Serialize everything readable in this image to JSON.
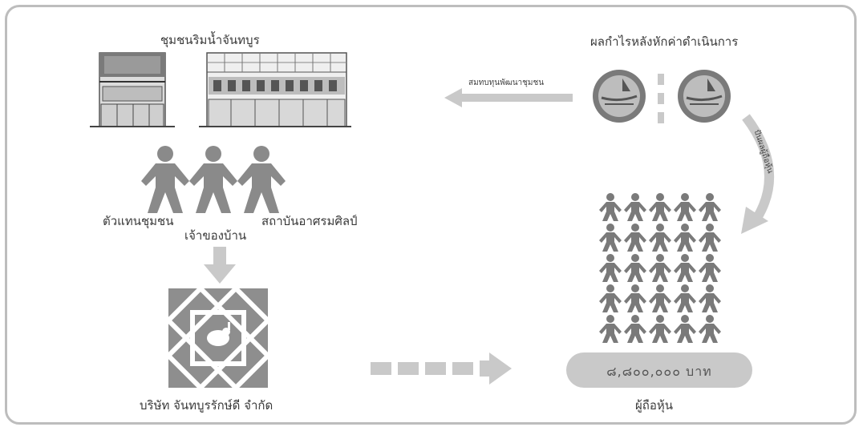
{
  "community_title": "ชุมชนริมน้ำจันทบูร",
  "profit_title": "ผลกำไรหลังหักค่าดำเนินการ",
  "fund_label": "สมทบทุนพัฒนาชุมชน",
  "dividend_label": "ปันผลผู้ถือหุ้น",
  "stakeholders": [
    "ตัวแทนชุมชน",
    "เจ้าของบ้าน",
    "สถาบันอาศรมศิลป์"
  ],
  "company_name": "บริษัท  จันทบูรรักษ์ดี  จำกัด",
  "capital_amount": "๘,๘๐๐,๐๐๐  บาท",
  "shareholders_label": "ผู้ถือหุ้น",
  "colors": {
    "gray": "#8a8a8a",
    "light_gray": "#c9c9c9",
    "dark": "#555555"
  }
}
